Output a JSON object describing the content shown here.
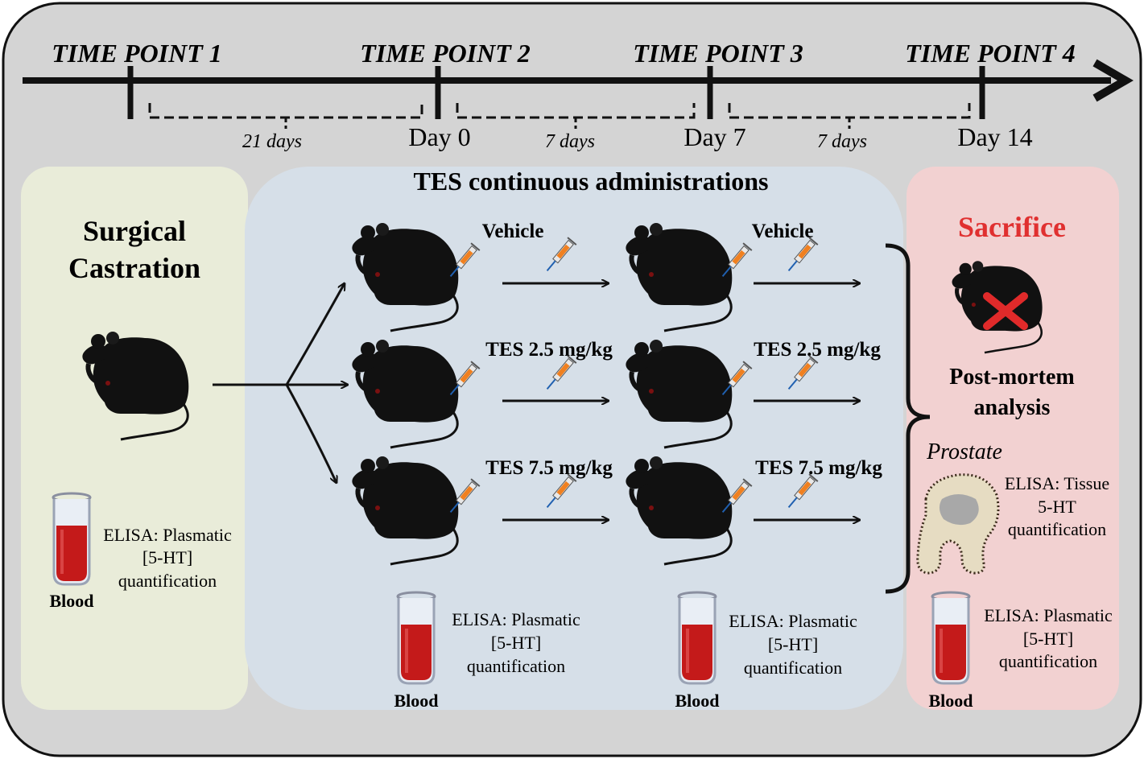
{
  "timeline": {
    "points": [
      "TIME POINT 1",
      "TIME POINT 2",
      "TIME POINT 3",
      "TIME POINT 4"
    ],
    "days": [
      "Day 0",
      "Day 7",
      "Day 14"
    ],
    "intervals": [
      "21 days",
      "7 days",
      "7 days"
    ]
  },
  "castration": {
    "title_line1": "Surgical",
    "title_line2": "Castration",
    "elisa_line1": "ELISA: Plasmatic",
    "elisa_line2": "[5-HT]",
    "elisa_line3": "quantification",
    "blood_label": "Blood"
  },
  "treatment": {
    "title": "TES continuous administrations",
    "groups": [
      "Vehicle",
      "TES 2.5 mg/kg",
      "TES 7.5 mg/kg"
    ],
    "elisa_line1": "ELISA: Plasmatic",
    "elisa_line2": "[5-HT]",
    "elisa_line3": "quantification",
    "blood_label": "Blood"
  },
  "sacrifice": {
    "title": "Sacrifice",
    "analysis_line1": "Post-mortem",
    "analysis_line2": "analysis",
    "prostate_label": "Prostate",
    "tissue_line1": "ELISA: Tissue",
    "tissue_line2": "5-HT",
    "tissue_line3": "quantification",
    "elisa_line1": "ELISA: Plasmatic",
    "elisa_line2": "[5-HT]",
    "elisa_line3": "quantification",
    "blood_label": "Blood"
  },
  "colors": {
    "outer_bg": "#d4d4d4",
    "castration_bg": "#e9ecd9",
    "treatment_bg": "#d6dfe8",
    "sacrifice_bg": "#f2d1d1",
    "sacrifice_title": "#e03030",
    "cross": "#e02a2a",
    "blood": "#c41a1a"
  }
}
